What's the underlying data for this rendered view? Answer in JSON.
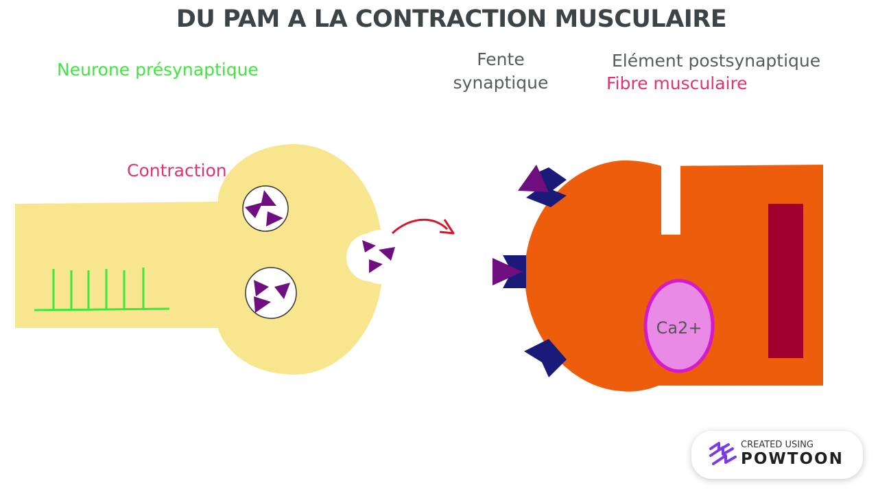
{
  "title": "DU PAM A LA CONTRACTION MUSCULAIRE",
  "labels": {
    "presynaptic": "Neurone présynaptique",
    "cleft_line1": "Fente",
    "cleft_line2": "synaptique",
    "postsynaptic": "Elément postsynaptique",
    "muscle_fibre": "Fibre musculaire",
    "contraction": "Contraction",
    "calcium": "Ca2+"
  },
  "badge": {
    "line1": "CREATED USING",
    "line2": "POWTOON"
  },
  "colors": {
    "title": "#3d4448",
    "presynaptic_label": "#3ee63e",
    "pink_label": "#e2336c",
    "grey_label": "#555b5e",
    "neuron": "#f8e68e",
    "muscle": "#ee5d0b",
    "receptor": "#1a1a78",
    "neurotransmitter": "#6e0e7f",
    "calcium_store": "#e98ae6",
    "calcium_border": "#d41bc9",
    "sarcomere": "#a2002e",
    "action_potential": "#3ee63e",
    "arrow": "#d81528"
  },
  "icons": [
    "powtoon-logo-icon",
    "curved-arrow-icon"
  ]
}
